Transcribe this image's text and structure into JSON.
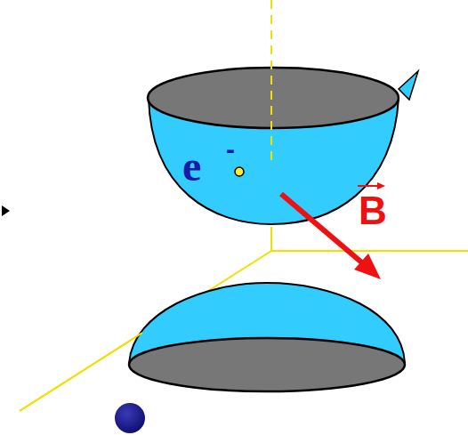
{
  "diagram": {
    "labels": [
      "e",
      "-",
      "B"
    ]
  }
}
